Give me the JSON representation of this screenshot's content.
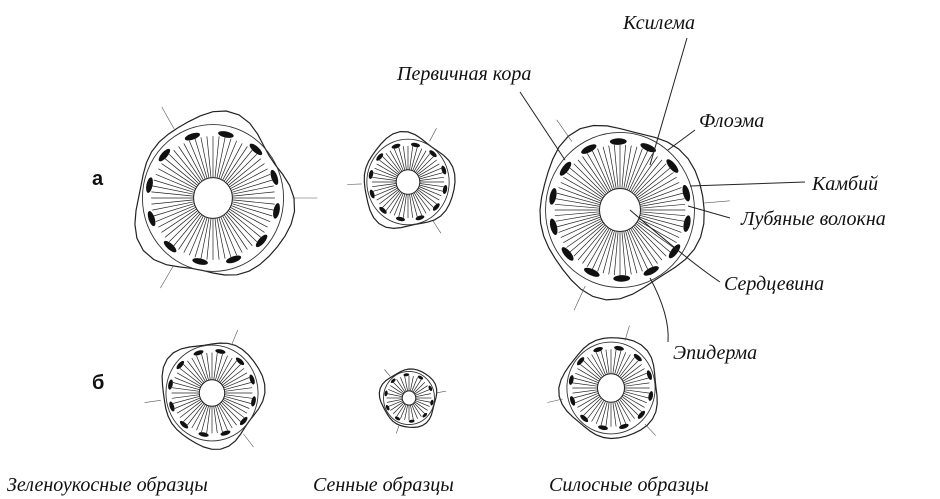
{
  "rows": [
    "а",
    "б"
  ],
  "columns": [
    "Зеленоукосные образцы",
    "Сенные образцы",
    "Силосные образцы"
  ],
  "labels": {
    "xylem": "Ксилема",
    "cortex": "Первичная кора",
    "phloem": "Флоэма",
    "cambium": "Камбий",
    "fibers": "Лубяные волокна",
    "pith": "Сердцевина",
    "epidermis": "Эпидерма"
  },
  "colors": {
    "ink": "#111111",
    "background": "#ffffff"
  }
}
